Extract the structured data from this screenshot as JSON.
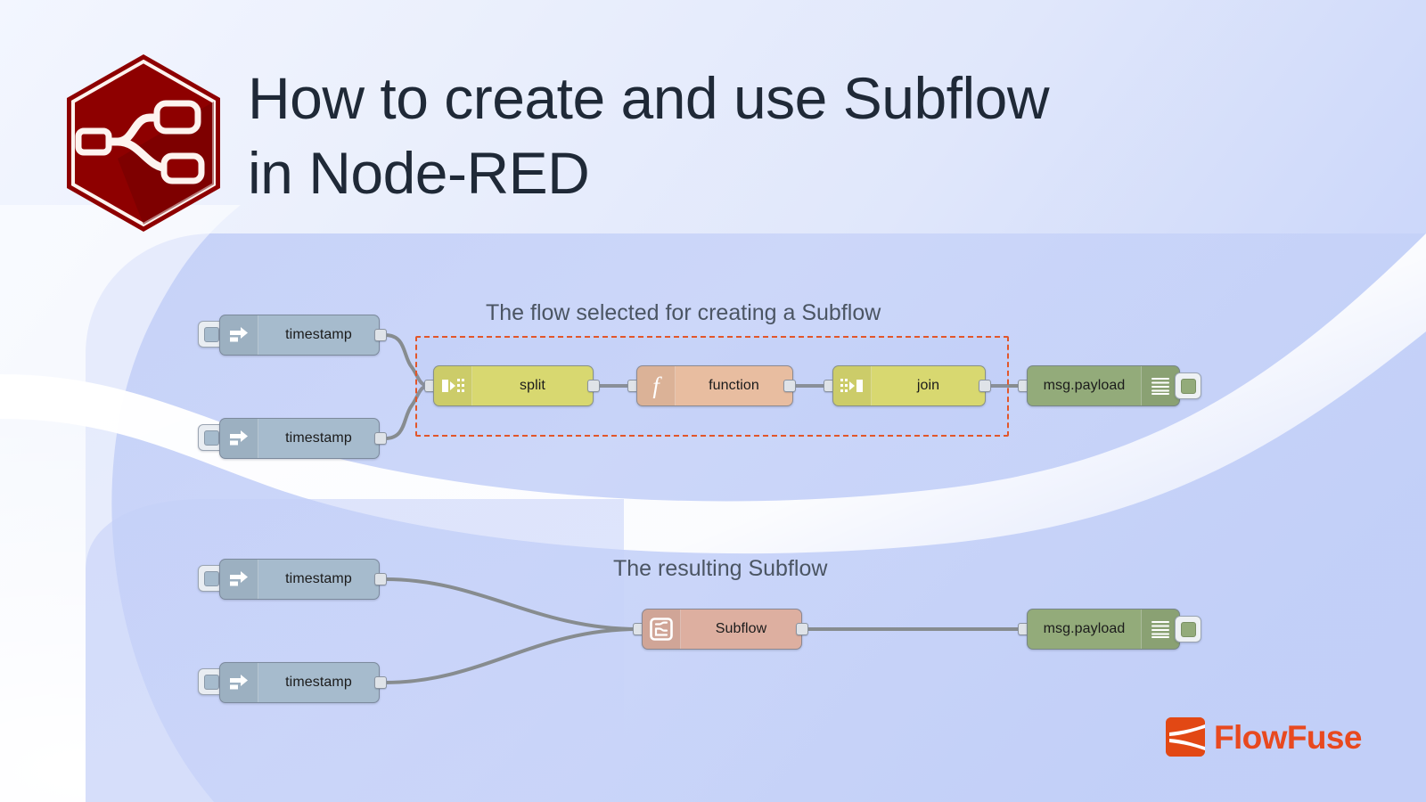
{
  "header": {
    "title": "How to create and use Subflow\nin Node-RED",
    "logo_icon": "node-red-hexagon-logo"
  },
  "colors": {
    "accent_orange": "#e2562a",
    "brand_orange": "#e8491f",
    "node_inject": "#a6bbcd",
    "node_split_join": "#d8d870",
    "node_function": "#e8bda0",
    "node_debug": "#93ab7a",
    "node_subflow": "#ddafa0",
    "background_blue": "#c6d2f8",
    "title_text": "#1f2937",
    "annotation_text": "#4b5563"
  },
  "annotations": {
    "flow_selected": "The flow selected for creating a Subflow",
    "resulting_subflow": "The resulting Subflow"
  },
  "flows": [
    {
      "id": "flow-original",
      "annotation": "The flow selected for creating a Subflow",
      "selection_box": true,
      "nodes": [
        {
          "id": "inject-1",
          "label": "timestamp",
          "type": "inject",
          "icon": "inject-arrow-icon"
        },
        {
          "id": "inject-2",
          "label": "timestamp",
          "type": "inject",
          "icon": "inject-arrow-icon"
        },
        {
          "id": "split-1",
          "label": "split",
          "type": "split",
          "icon": "split-icon"
        },
        {
          "id": "function-1",
          "label": "function",
          "type": "function",
          "icon": "function-f-icon"
        },
        {
          "id": "join-1",
          "label": "join",
          "type": "join",
          "icon": "join-icon"
        },
        {
          "id": "debug-1",
          "label": "msg.payload",
          "type": "debug",
          "icon": "debug-lines-icon"
        }
      ]
    },
    {
      "id": "flow-subflow",
      "annotation": "The resulting Subflow",
      "selection_box": false,
      "nodes": [
        {
          "id": "inject-3",
          "label": "timestamp",
          "type": "inject",
          "icon": "inject-arrow-icon"
        },
        {
          "id": "inject-4",
          "label": "timestamp",
          "type": "inject",
          "icon": "inject-arrow-icon"
        },
        {
          "id": "subflow-1",
          "label": "Subflow",
          "type": "subflow",
          "icon": "subflow-icon"
        },
        {
          "id": "debug-2",
          "label": "msg.payload",
          "type": "debug",
          "icon": "debug-lines-icon"
        }
      ]
    }
  ],
  "footer": {
    "brand": "FlowFuse",
    "brand_icon": "flowfuse-mark-icon"
  }
}
